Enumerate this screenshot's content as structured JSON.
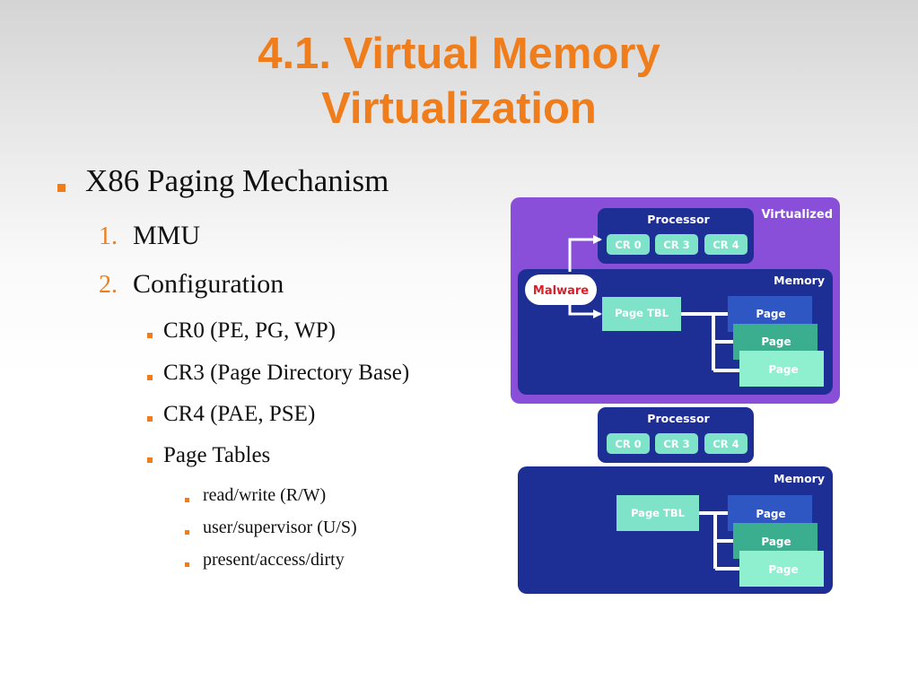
{
  "slide": {
    "title_line1": "4.1. Virtual Memory",
    "title_line2": "Virtualization"
  },
  "outline": {
    "level1": "X86 Paging Mechanism",
    "numbered": [
      {
        "num": "1.",
        "label": "MMU"
      },
      {
        "num": "2.",
        "label": "Configuration"
      }
    ],
    "level3": [
      "CR0 (PE, PG, WP)",
      "CR3 (Page Directory Base)",
      "CR4 (PAE, PSE)",
      "Page Tables"
    ],
    "level4": [
      "read/write (R/W)",
      "user/supervisor (U/S)",
      "present/access/dirty"
    ]
  },
  "diagram": {
    "top": {
      "tag": "Virtualized",
      "processor": "Processor",
      "registers": [
        "CR 0",
        "CR 3",
        "CR 4"
      ],
      "memory": "Memory",
      "malware": "Malware",
      "page_table": "Page TBL",
      "pages": [
        "Page",
        "Page",
        "Page"
      ]
    },
    "bottom": {
      "processor": "Processor",
      "registers": [
        "CR 0",
        "CR 3",
        "CR 4"
      ],
      "memory": "Memory",
      "page_table": "Page TBL",
      "pages": [
        "Page",
        "Page",
        "Page"
      ]
    },
    "colors": {
      "accent": "#f07d1b",
      "purple": "#8a4fd8",
      "navy": "#1d2f94",
      "teal": "#7fe3c9",
      "page_blue": "#2f57c4",
      "page_green": "#3aae8e",
      "malware_red": "#d8202a"
    }
  }
}
